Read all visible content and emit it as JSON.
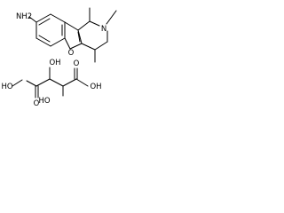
{
  "molecule": {
    "amine_label": "NH2",
    "ring_n_label": "N",
    "furan_o_label": "O"
  },
  "tartrate": {
    "left_ho_label": "HO",
    "left_carbonyl_o_label": "O",
    "upper_oh_label": "OH",
    "lower_ho_label": "HO",
    "right_carbonyl_o_label": "O",
    "right_oh_label": "OH"
  }
}
